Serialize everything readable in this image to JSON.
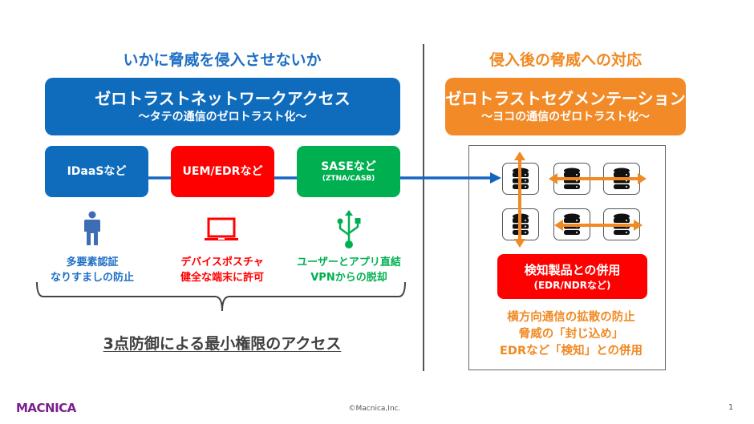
{
  "left_section": {
    "heading": "いかに脅威を侵入させないか",
    "main_box": {
      "title": "ゼロトラストネットワークアクセス",
      "subtitle": "～タテの通信のゼロトラスト化～"
    },
    "solutions": [
      {
        "label": "IDaaSなど",
        "sub": "",
        "color": "#0f6cbd",
        "icon": "person-icon",
        "desc": [
          "多要素認証",
          "なりすましの防止"
        ],
        "desc_color": "#1f6fc5"
      },
      {
        "label": "UEM/EDRなど",
        "sub": "",
        "color": "#ff0000",
        "icon": "laptop-icon",
        "desc": [
          "デバイスポスチャ",
          "健全な端末に許可"
        ],
        "desc_color": "#ff0000"
      },
      {
        "label": "SASEなど",
        "sub": "(ZTNA/CASB)",
        "color": "#00b050",
        "icon": "usb-icon",
        "desc": [
          "ユーザーとアプリ直結",
          "VPNからの脱却"
        ],
        "desc_color": "#00b050"
      }
    ],
    "summary": "3点防御による最小権限のアクセス"
  },
  "right_section": {
    "heading": "侵入後の脅威への対応",
    "main_box": {
      "title": "ゼロトラストセグメンテーション",
      "subtitle": "～ヨコの通信のゼロトラスト化～"
    },
    "detection_box": {
      "title": "検知製品との併用",
      "subtitle": "(EDR/NDRなど)"
    },
    "benefits": [
      "横方向通信の拡散の防止",
      "脅威の「封じ込め」",
      "EDRなど「検知」との併用"
    ]
  },
  "colors": {
    "blue": "#0f6cbd",
    "blue_text": "#1f6fc5",
    "orange": "#f28a28",
    "orange_text": "#f08a24",
    "red": "#ff0000",
    "green": "#00b050",
    "logo": "#7b1f8e"
  },
  "footer": {
    "logo": "MACNICA",
    "copyright": "©Macnica,Inc.",
    "page_number": "1"
  }
}
